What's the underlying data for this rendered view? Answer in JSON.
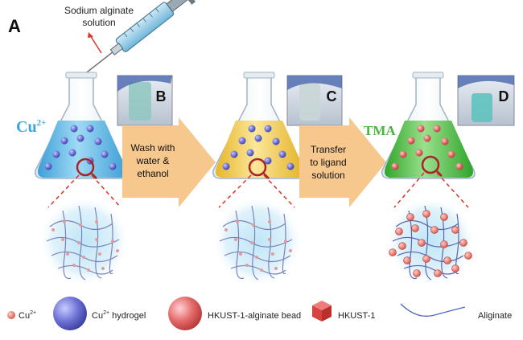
{
  "panel_label": "A",
  "syringe_label_line1": "Sodium alginate",
  "syringe_label_line2": "solution",
  "ion_label": "Cu",
  "ion_superscript": "2+",
  "ligand_label": "TMA",
  "photo_labels": [
    "B",
    "C",
    "D"
  ],
  "step1": [
    "Wash with",
    "water &",
    "ethanol"
  ],
  "step2": [
    "Transfer",
    "to ligand",
    "solution"
  ],
  "legend": [
    {
      "text": "Cu",
      "sup": "2+",
      "icon": "cu-ion-icon"
    },
    {
      "text": "Cu",
      "sup": "2+",
      "suffix": " hydrogel",
      "icon": "hydrogel-bead-icon"
    },
    {
      "text": "HKUST-1-alginate bead",
      "icon": "hkust-alginate-bead-icon"
    },
    {
      "text": "HKUST-1",
      "icon": "hkust-cube-icon"
    },
    {
      "text": "Aliginate",
      "icon": "alginate-strand-icon"
    }
  ],
  "colors": {
    "blue_liquid": "#59b6e6",
    "yellow_liquid": "#f3d04a",
    "green_liquid": "#4cc23e",
    "bead_blue": "#6f73d6",
    "bead_red": "#e46a6a",
    "arrow": "#f6c88e",
    "ion_label": "#3aa6e0",
    "tma_label": "#49b43e",
    "zoom_ring": "#a8242b"
  }
}
